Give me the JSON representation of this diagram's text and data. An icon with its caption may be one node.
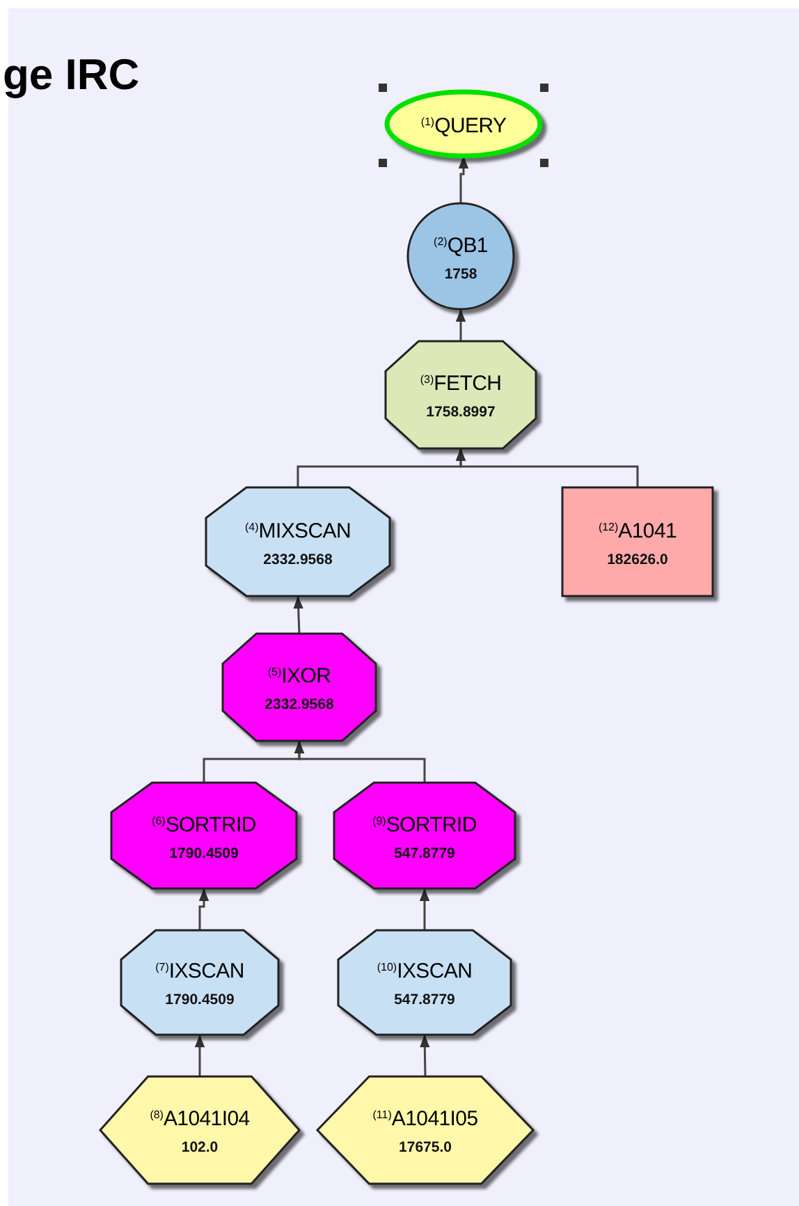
{
  "diagram": {
    "title": "ge IRC",
    "nodes": [
      {
        "text": [
          "$^{(1)}$QUERY"
        ]
      },
      {
        "text": [
          "$^{(2)}$QB1",
          "1758"
        ]
      },
      {
        "text": [
          "$^{(3)}$FETCH",
          "1758.8997"
        ]
      },
      {
        "text": [
          "$^{(4)}$MIXSCAN",
          "2332.9568"
        ]
      },
      {
        "text": [
          "$^{(5)}$IXOR",
          "2332.9568"
        ]
      },
      {
        "text": [
          "$^{(6)}$SORTRID",
          "1790.4509"
        ]
      },
      {
        "text": [
          "$^{(7)}$IXSCAN",
          "1790.4509"
        ]
      },
      {
        "text": [
          "$^{(8)}$A1041I04",
          "102.0"
        ]
      },
      {
        "text": [
          "$^{(9)}$SORTRID",
          "547.8779"
        ]
      },
      {
        "text": [
          "$^{(10)}$IXSCAN",
          "547.8779"
        ]
      },
      {
        "text": [
          "$^{(11)}$A1041I05",
          "17675.0"
        ]
      },
      {
        "text": [
          "$^{(12)}$A1041",
          "182626.0"
        ]
      }
    ],
    "edges": [
      {
        "from": 1,
        "to": 0,
        "arrow": "to"
      },
      {
        "from": 2,
        "to": 1,
        "arrow": "to"
      },
      {
        "from": 3,
        "to": 2,
        "arrow": "to"
      },
      {
        "from": 11,
        "to": 2,
        "arrow": "to"
      },
      {
        "from": 4,
        "to": 3,
        "arrow": "to"
      },
      {
        "from": 5,
        "to": 4,
        "arrow": "to"
      },
      {
        "from": 8,
        "to": 4,
        "arrow": "to"
      },
      {
        "from": 6,
        "to": 5,
        "arrow": "to"
      },
      {
        "from": 7,
        "to": 6,
        "arrow": "to"
      },
      {
        "from": 9,
        "to": 8,
        "arrow": "to"
      },
      {
        "from": 10,
        "to": 9,
        "arrow": "to"
      }
    ]
  }
}
